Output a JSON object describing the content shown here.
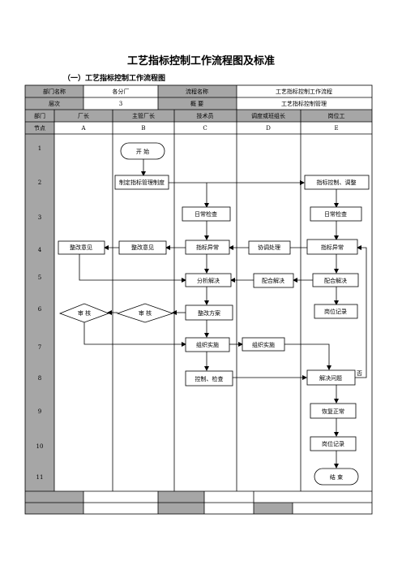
{
  "document": {
    "title": "工艺指标控制工作流程图及标准",
    "subtitle": "（一）工艺指标控制工作流程图"
  },
  "info": {
    "dept_label": "部门名称",
    "dept_value": "各分厂",
    "flow_label": "流程名称",
    "flow_value": "工艺指标控制工作流程",
    "level_label": "层次",
    "level_value": "3",
    "summary_label": "概      要",
    "summary_value": "工艺指标控制管理"
  },
  "columns": {
    "dept_header": "部门",
    "node_header": "节点",
    "names": [
      "厂长",
      "主管厂长",
      "技术员",
      "调度或班组长",
      "岗位工"
    ],
    "letters": [
      "A",
      "B",
      "C",
      "D",
      "E"
    ]
  },
  "rows": [
    "1",
    "2",
    "3",
    "4",
    "5",
    "6",
    "7",
    "8",
    "9",
    "10",
    "11"
  ],
  "nodes": {
    "start": "开  始",
    "make_system": "制定指标管理制度",
    "control_adjust": "指标控制、调整",
    "daily_check_c": "日常检查",
    "daily_check_e": "日常检查",
    "rectify_a": "整改意见",
    "rectify_b": "整改意见",
    "abnormal_c": "指标异常",
    "coordinate": "协调处理",
    "abnormal_e": "指标异常",
    "analyze": "分析解决",
    "coop_d": "配合解决",
    "coop_e": "配合解决",
    "review_a": "审  核",
    "review_b": "审  核",
    "plan": "整改方案",
    "post_record_6": "岗位记录",
    "organize_c": "组织实施",
    "organize_d": "组织实施",
    "control_check": "控制、检查",
    "solve": "解决问题",
    "no_label": "否",
    "restore": "恢复正常",
    "post_record_10": "岗位记录",
    "end": "结  束"
  }
}
